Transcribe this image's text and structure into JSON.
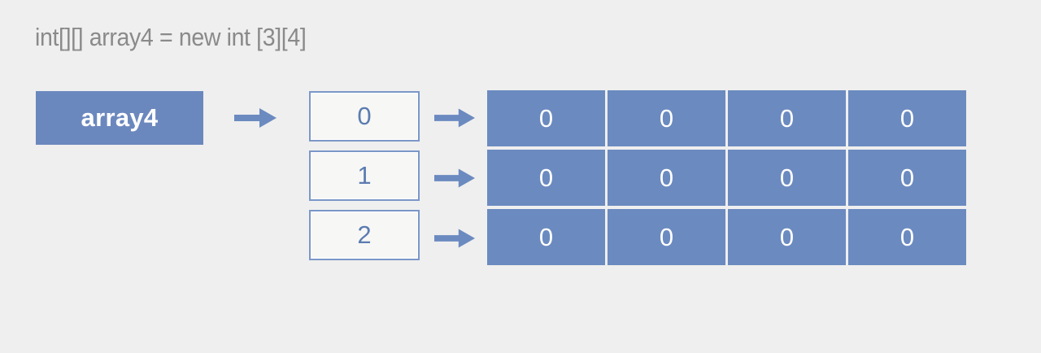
{
  "background_color": "#efefef",
  "accent_color": "#6b8ac0",
  "code": {
    "declaration": "int[][] array4 = new int [3][4]"
  },
  "variable": {
    "label": "array4",
    "fill_color": "#6b88be",
    "text_color": "#ffffff"
  },
  "arrows": {
    "main": "arrow-right-icon",
    "row": [
      "arrow-right-icon",
      "arrow-right-icon",
      "arrow-right-icon"
    ],
    "color": "#6b8ac0"
  },
  "index_column": {
    "border_color": "#7b97c8",
    "fill_color": "#f7f7f5",
    "text_color": "#5b7cb0",
    "items": [
      {
        "label": "0"
      },
      {
        "label": "1"
      },
      {
        "label": "2"
      }
    ]
  },
  "chart_data": {
    "type": "table",
    "title": "int[][] array4 = new int [3][4]",
    "rows": 3,
    "cols": 4,
    "row_labels": [
      "0",
      "1",
      "2"
    ],
    "values": [
      [
        "0",
        "0",
        "0",
        "0"
      ],
      [
        "0",
        "0",
        "0",
        "0"
      ],
      [
        "0",
        "0",
        "0",
        "0"
      ]
    ],
    "cell_fill": "#6b8ac0",
    "cell_text_color": "#ffffff"
  }
}
